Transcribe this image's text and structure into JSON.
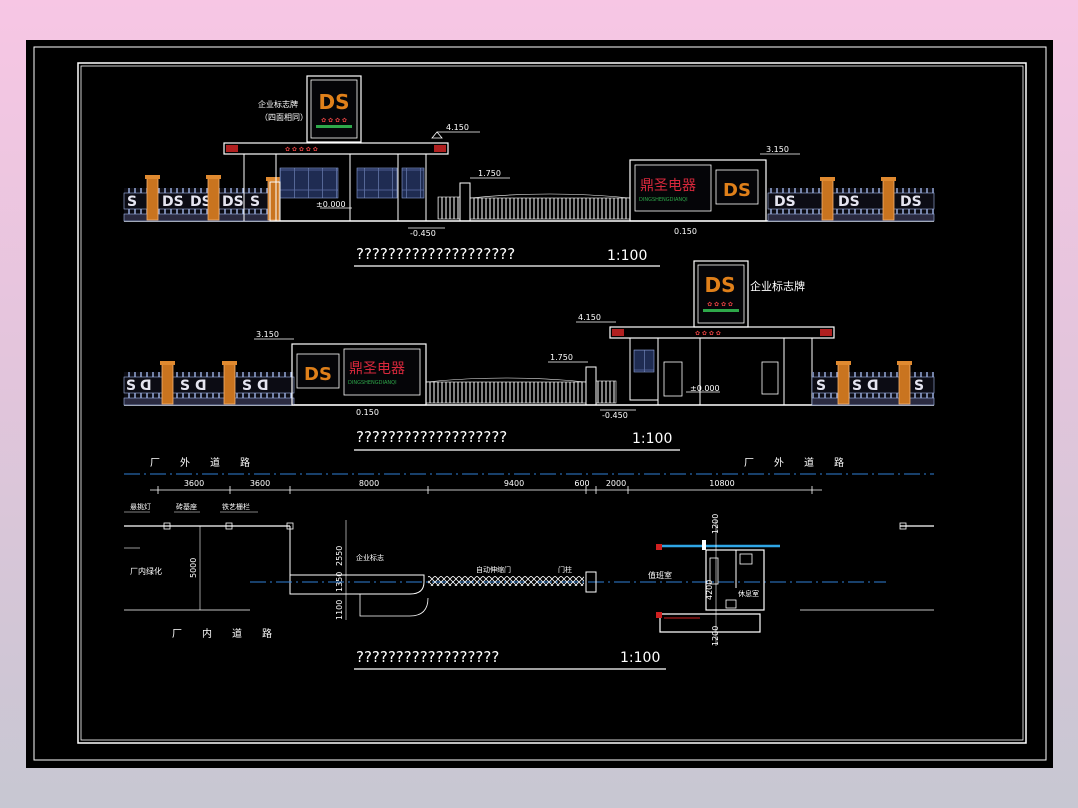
{
  "elevation1": {
    "sign_label": "企业标志牌",
    "sign_sub": "（四面相同）",
    "logo": "DS",
    "h_roof": "4.150",
    "h_post": "1.750",
    "h_wall": "3.150",
    "h_zero": "±0.000",
    "h_neg": "-0.450",
    "h_wall_base": "0.150",
    "brand_cn": "鼎圣电器",
    "brand_pinyin": "DINGSHENGDIANQI",
    "title": "????????????????????",
    "scale": "1:100"
  },
  "elevation2": {
    "sign_label": "企业标志牌",
    "logo": "DS",
    "h_roof": "4.150",
    "h_post": "1.750",
    "h_wall": "3.150",
    "h_zero": "±0.000",
    "h_neg": "-0.450",
    "h_wall_base": "0.150",
    "brand_cn": "鼎圣电器",
    "brand_pinyin": "DINGSHENGDIANQI",
    "title": "???????????????????",
    "scale": "1:100"
  },
  "plan": {
    "road_out_left": "厂　　外　　道　　路",
    "road_out_right": "厂　　外　　道　　路",
    "road_in": "厂　　内　　道　　路",
    "dims": [
      "3600",
      "3600",
      "8000",
      "9400",
      "600",
      "2000",
      "10800"
    ],
    "v_dims": [
      "2550",
      "1350",
      "1100",
      "5000",
      "1200",
      "4200",
      "1200"
    ],
    "label_lamp": "悬挑灯",
    "label_base": "砖基座",
    "label_fence": "铁艺栅栏",
    "label_green": "厂内绿化",
    "label_sign": "企业标志",
    "label_gate": "自动伸缩门",
    "label_pillar": "门柱",
    "label_guard": "值班室",
    "label_rest": "休息室",
    "title": "??????????????????",
    "scale": "1:100"
  }
}
